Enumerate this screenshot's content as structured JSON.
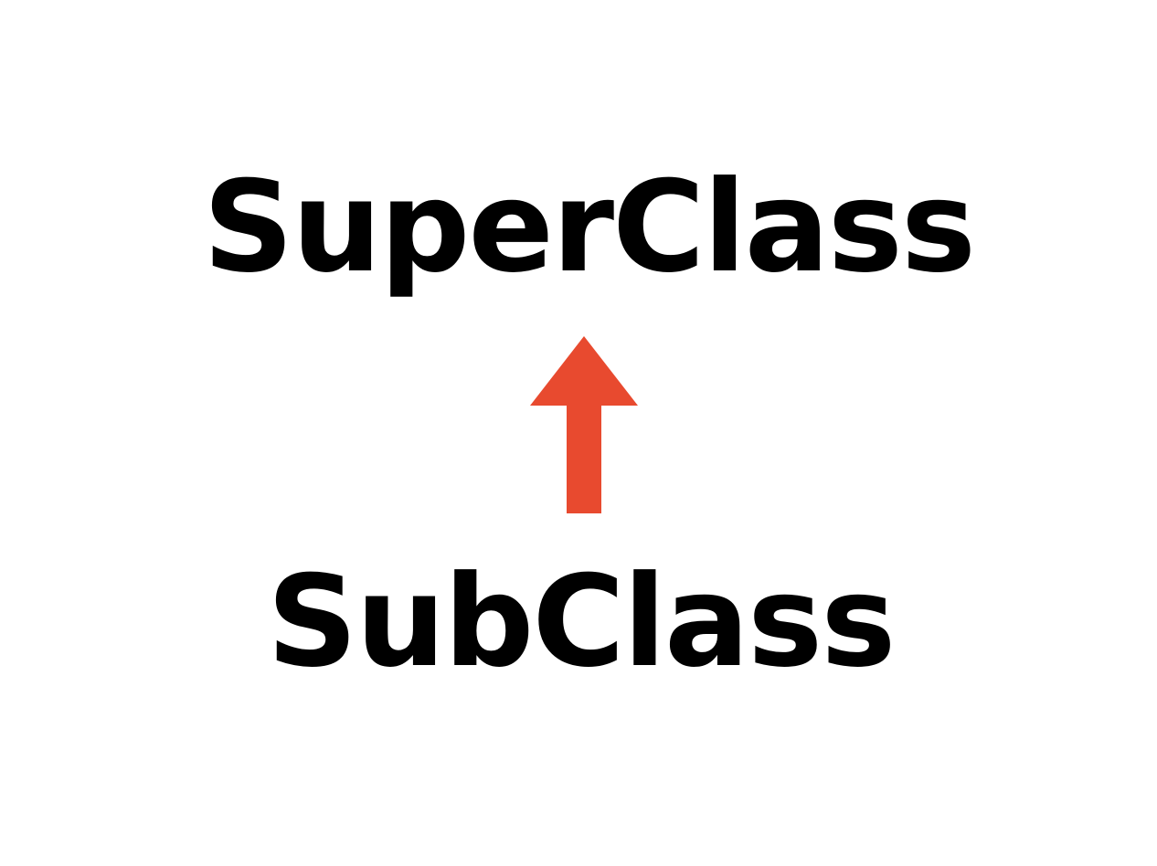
{
  "diagram": {
    "top_node": {
      "label": "SuperClass"
    },
    "bottom_node": {
      "label": "SubClass"
    },
    "edge": {
      "from": "SubClass",
      "to": "SuperClass",
      "direction": "up",
      "icon": "arrow-up-icon",
      "color": "#E84A2F"
    }
  }
}
